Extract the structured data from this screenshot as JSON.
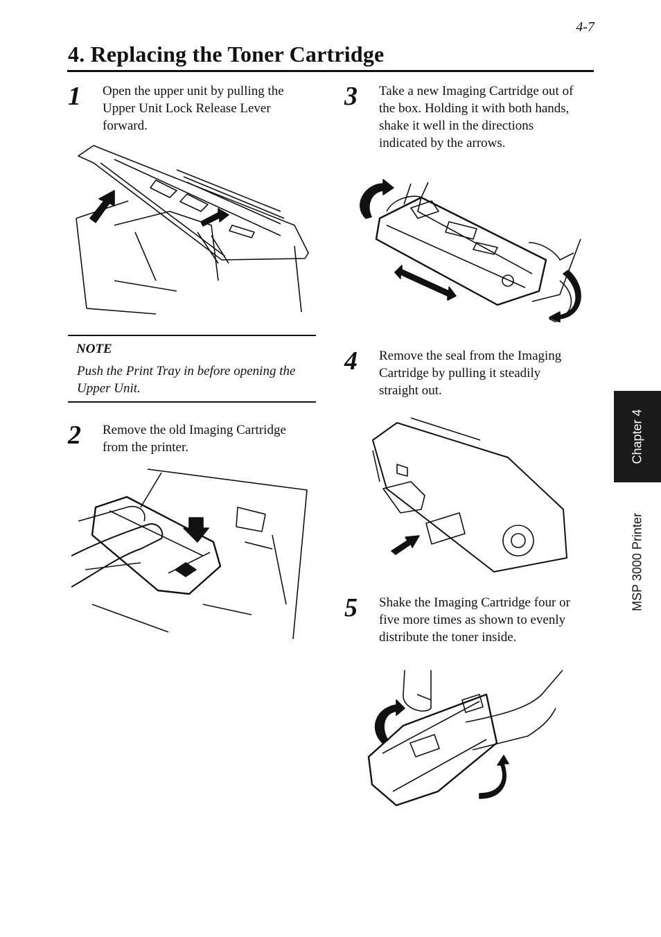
{
  "header": {
    "page_number": "4-7",
    "title": "4. Replacing the Toner Cartridge"
  },
  "steps": [
    {
      "number": "1",
      "lines": [
        "Open the upper unit by pulling the",
        "Upper Unit Lock Release Lever",
        "forward."
      ]
    },
    {
      "number": "2",
      "lines": [
        "Remove the old Imaging Cartridge",
        "from the printer."
      ]
    },
    {
      "number": "3",
      "lines": [
        "Take a new Imaging Cartridge out of",
        "the box. Holding it with both hands,",
        "shake it well in the directions",
        "indicated by the arrows."
      ]
    },
    {
      "number": "4",
      "lines": [
        "Remove the seal from the Imaging",
        "Cartridge by pulling it steadily",
        "straight out."
      ]
    },
    {
      "number": "5",
      "lines": [
        "Shake the Imaging Cartridge four or",
        "five more times as shown to evenly",
        "distribute the toner inside."
      ]
    }
  ],
  "note": {
    "label": "NOTE",
    "lines": [
      "Push the Print Tray in before opening the",
      "Upper Unit."
    ]
  },
  "sidebar": {
    "chapter_label": "Chapter 4",
    "product_label": "MSP 3000 Printer"
  }
}
